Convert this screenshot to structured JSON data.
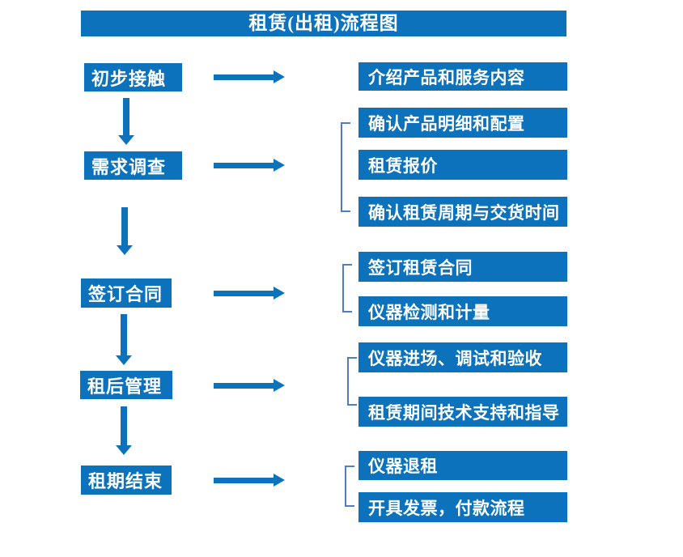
{
  "title": "租赁(出租)流程图",
  "colors": {
    "box_blue": "#0d72bc",
    "bracket_blue": "#4f7dbe",
    "text_white": "#ffffff"
  },
  "stages": [
    {
      "label": "初步接触"
    },
    {
      "label": "需求调查"
    },
    {
      "label": "签订合同"
    },
    {
      "label": "租后管理"
    },
    {
      "label": "租期结束"
    }
  ],
  "details": [
    {
      "label": "介绍产品和服务内容"
    },
    {
      "label": "确认产品明细和配置"
    },
    {
      "label": "租赁报价"
    },
    {
      "label": "确认租赁周期与交货时间"
    },
    {
      "label": "签订租赁合同"
    },
    {
      "label": "仪器检测和计量"
    },
    {
      "label": "仪器进场、调试和验收"
    },
    {
      "label": "租赁期间技术支持和指导"
    },
    {
      "label": "仪器退租"
    },
    {
      "label": "开具发票，付款流程"
    }
  ]
}
